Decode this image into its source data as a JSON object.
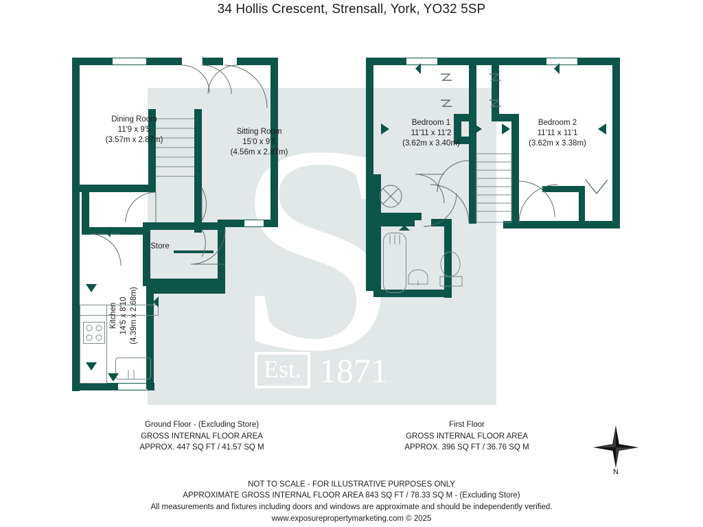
{
  "title": "34 Hollis Crescent, Strensall, York, YO32 5SP",
  "watermark": {
    "letter": "S",
    "est_label": "Est.",
    "est_year": "1871"
  },
  "colors": {
    "wall": "#0d5449",
    "band": "#e2e7e8",
    "fixture_stroke": "#7b8c8a",
    "text": "#1d1d1d"
  },
  "ground_floor": {
    "rooms": [
      {
        "name": "Dining Room",
        "imperial": "11'9 x 9'5",
        "metric": "(3.57m x 2.87m)"
      },
      {
        "name": "Sitting Room",
        "imperial": "15'0 x 9'5",
        "metric": "(4.56m x 2.87m)"
      },
      {
        "name": "Kitchen",
        "imperial": "14'5 x 8'10",
        "metric": "(4.39m x 2.68m)"
      },
      {
        "name": "Store",
        "imperial": "",
        "metric": ""
      }
    ],
    "caption": {
      "line1": "Ground Floor - (Excluding Store)",
      "line2": "GROSS INTERNAL FLOOR AREA",
      "line3": "APPROX. 447 SQ FT / 41.57 SQ M"
    }
  },
  "first_floor": {
    "rooms": [
      {
        "name": "Bedroom 1",
        "imperial": "11'11 x 11'2",
        "metric": "(3.62m x 3.40m)"
      },
      {
        "name": "Bedroom 2",
        "imperial": "11'11 x 11'1",
        "metric": "(3.62m x 3.38m)"
      }
    ],
    "caption": {
      "line1": "First Floor",
      "line2": "GROSS INTERNAL FLOOR AREA",
      "line3": "APPROX. 396 SQ FT / 36.76 SQ M"
    }
  },
  "compass": {
    "north_label": "N"
  },
  "disclaimer": {
    "line1": "NOT TO SCALE - FOR ILLUSTRATIVE PURPOSES ONLY",
    "line2": "APPROXIMATE GROSS INTERNAL FLOOR AREA 843 SQ FT / 78.33 SQ M - (Excluding Store)",
    "line3": "All measurements and fixtures including doors and windows are approximate and should be independently verified.",
    "line4": "www.exposurepropertymarketing.com © 2025"
  }
}
